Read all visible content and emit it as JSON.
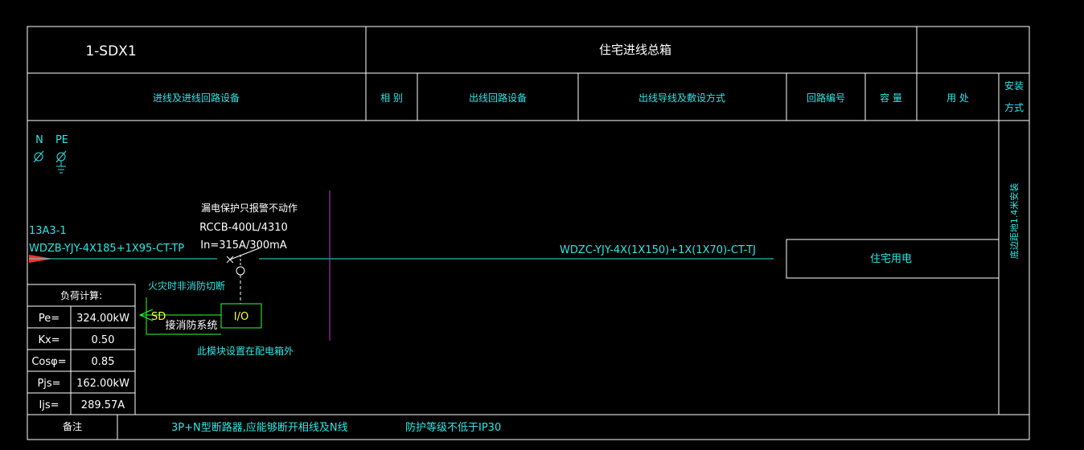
{
  "header": {
    "box_id": "1-SDX1",
    "box_title": "住宅进线总箱"
  },
  "columns": {
    "incoming_equipment": "进线及进线回路设备",
    "phase": "相  别",
    "outgoing_equipment": "出线回路设备",
    "outgoing_cable_method": "出线导线及敷设方式",
    "circuit_no": "回路编号",
    "capacity": "容  量",
    "usage": "用  处",
    "install_line1": "安装",
    "install_line2": "方式"
  },
  "terminals": {
    "n": "N",
    "pe": "PE"
  },
  "incoming": {
    "circuit_ref": "13A3-1",
    "cable": "WDZB-YJY-4X185+1X95-CT-TP"
  },
  "breaker": {
    "title": "漏电保护只报警不动作",
    "model": "RCCB-400L/4310",
    "rating": "In=315A/300mA"
  },
  "fire": {
    "cutoff_note": "火灾时非消防切断",
    "signal": "SD",
    "link_label": "接消防系统",
    "io_label": "I/O",
    "module_note": "此模块设置在配电箱外"
  },
  "outgoing": {
    "cable": "WDZC-YJY-4X(1X150)+1X(1X70)-CT-TJ",
    "usage": "住宅用电"
  },
  "install_method": "底边距地1.4米安装",
  "load_calc": {
    "title": "负荷计算:",
    "rows": [
      {
        "label": "Pe=",
        "value": "324.00kW"
      },
      {
        "label": "Kx=",
        "value": "0.50"
      },
      {
        "label": "Cosφ=",
        "value": "0.85"
      },
      {
        "label": "Pjs=",
        "value": "162.00kW"
      },
      {
        "label": "Ijs=",
        "value": "289.57A"
      }
    ]
  },
  "footer": {
    "remarks_label": "备注",
    "note1": "3P+N型断路器,应能够断开相线及N线",
    "note2": "防护等级不低于IP30"
  },
  "colors": {
    "background": "#000000",
    "frame": "#ffffff",
    "text": "#2ee6e6",
    "bus": "#2ee6e6",
    "signal": "#ffff33",
    "fire_link": "#33ff33",
    "divider": "#cc33cc",
    "arrow": "#ff3333"
  }
}
